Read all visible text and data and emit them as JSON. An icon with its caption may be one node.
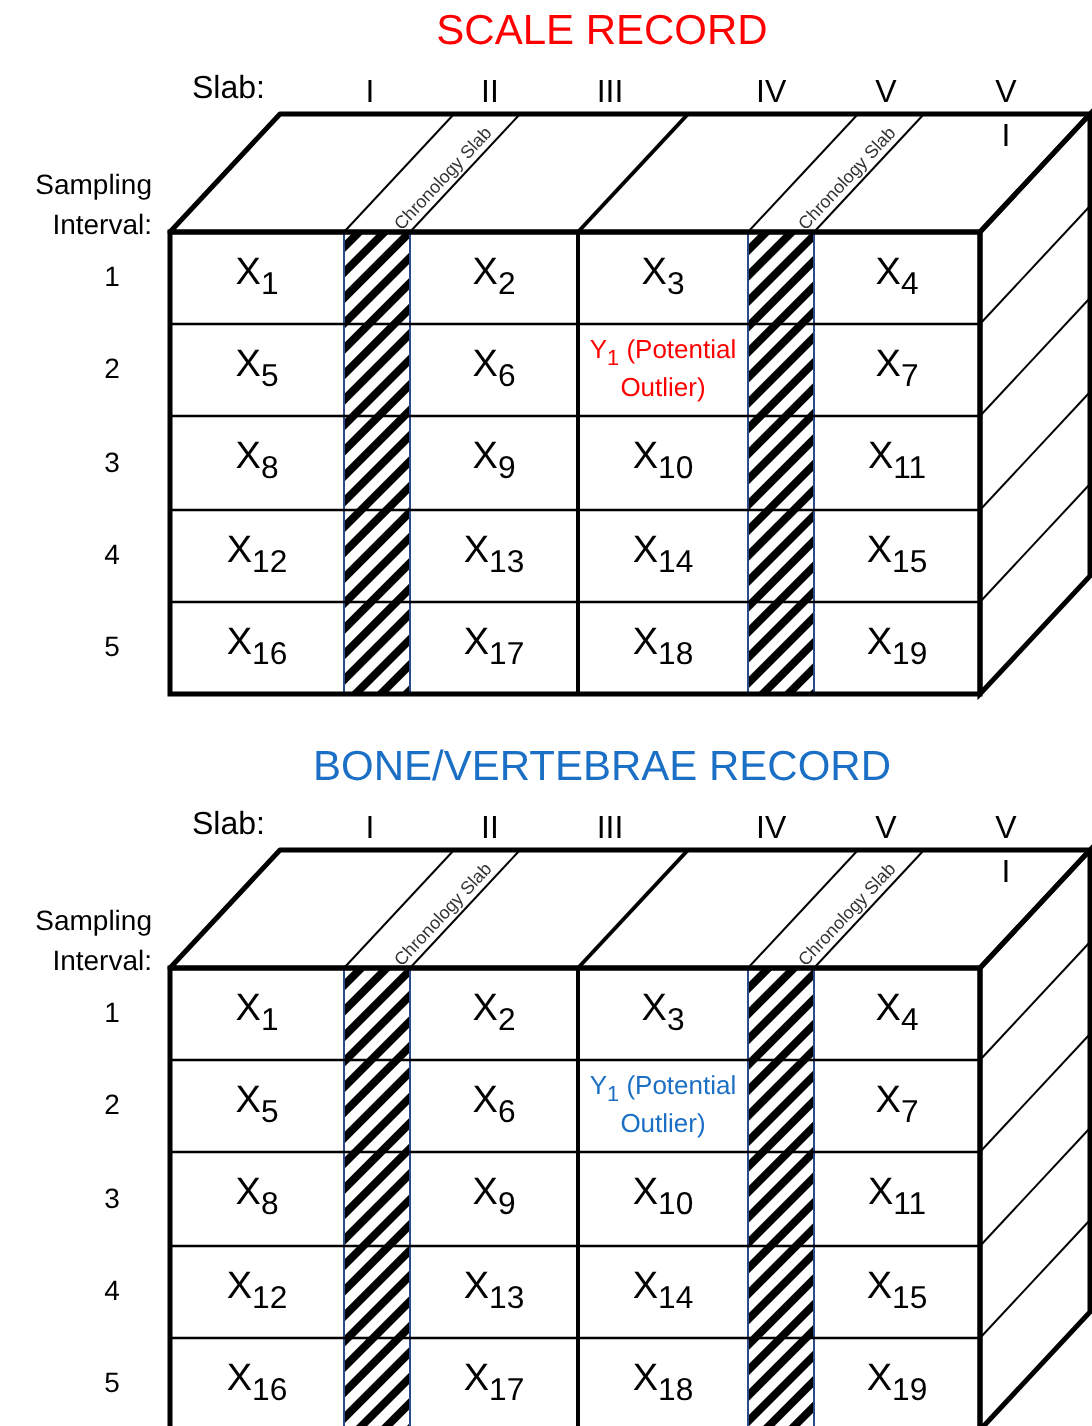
{
  "diagram": {
    "labels": [
      "SCALE RECORD",
      "Slab:",
      "I",
      "II",
      "III",
      "IV",
      "V",
      "V I",
      "Sampling Interval:",
      "Chronology Slab",
      "Chronology Slab",
      "1",
      "X$_{1}$",
      "X$_{2}$",
      "X$_{3}$",
      "X$_{4}$",
      "2",
      "X$_{5}$",
      "X$_{6}$",
      "Y$_{1}$ (Potential Outlier)",
      "X$_{7}$",
      "3",
      "X$_{8}$",
      "X$_{9}$",
      "X$_{10}$",
      "X$_{11}$",
      "4",
      "X$_{12}$",
      "X$_{13}$",
      "X$_{14}$",
      "X$_{15}$",
      "5",
      "X$_{16}$",
      "X$_{17}$",
      "X$_{18}$",
      "X$_{19}$",
      "BONE/VERTEBRAE RECORD",
      "Slab:",
      "I",
      "II",
      "III",
      "IV",
      "V",
      "V I",
      "Sampling Interval:",
      "Chronology Slab",
      "Chronology Slab",
      "1",
      "X$_{1}$",
      "X$_{2}$",
      "X$_{3}$",
      "X$_{4}$",
      "2",
      "X$_{5}$",
      "X$_{6}$",
      "Y$_{1}$ (Potential Outlier)",
      "X$_{7}$",
      "3",
      "X$_{8}$",
      "X$_{9}$",
      "X$_{10}$",
      "X$_{11}$",
      "4",
      "X$_{12}$",
      "X$_{13}$",
      "X$_{14}$",
      "X$_{15}$",
      "5",
      "X$_{16}$",
      "X$_{17}$",
      "X$_{18}$",
      "X$_{19}$"
    ]
  }
}
